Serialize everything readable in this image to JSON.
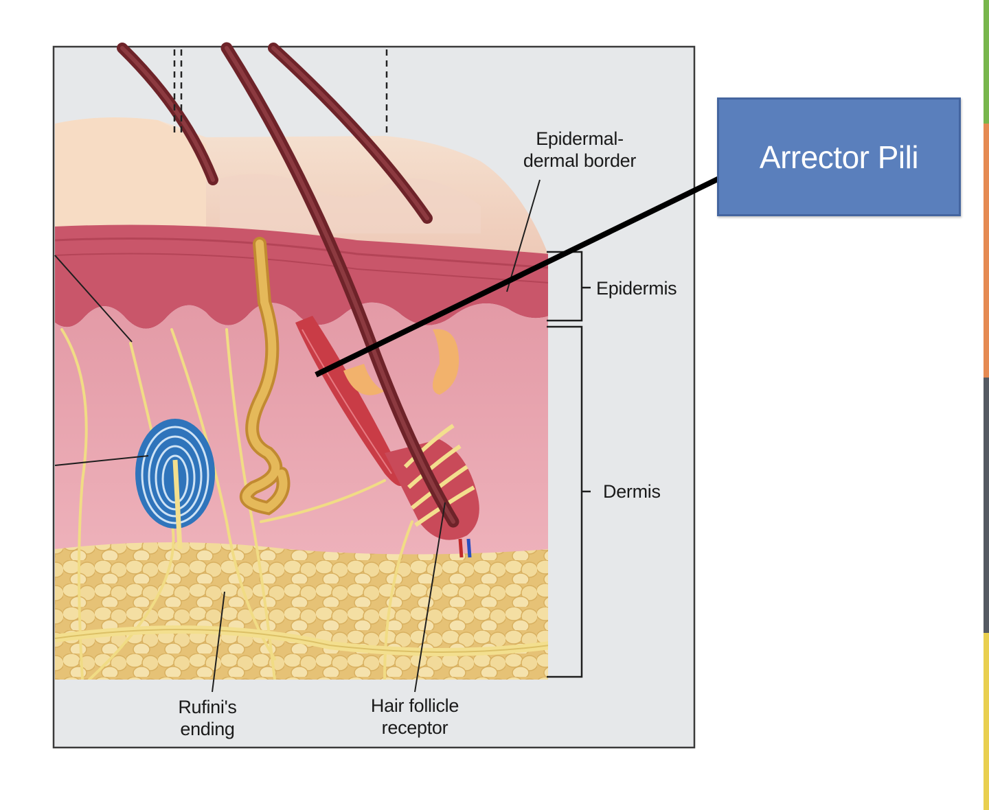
{
  "callout": {
    "text": "Arrector Pili",
    "fill": "#5a7fbc",
    "border": "#44659f"
  },
  "labels": {
    "epidermal_border_line1": "Epidermal-",
    "epidermal_border_line2": "dermal border",
    "epidermis": "Epidermis",
    "dermis": "Dermis",
    "rufini_line1": "Rufini's",
    "rufini_line2": "ending",
    "hair_follicle_line1": "Hair follicle",
    "hair_follicle_line2": "receptor"
  },
  "colors": {
    "epidermis": "#c9566a",
    "dermis": "#e9a3ae",
    "stratum_corneum": "#f3d9c9",
    "adipose": "#ecd08a",
    "hair": "#7a2a30",
    "nerve": "#f1dc85",
    "sweat_gland": "#d6a646",
    "pacinian": "#2f74bb",
    "muscle": "#c93c46",
    "sebaceous": "#f2b26c",
    "side_accents": [
      "#78b64c",
      "#e58a52",
      "#555a63",
      "#e9cf4f"
    ]
  }
}
